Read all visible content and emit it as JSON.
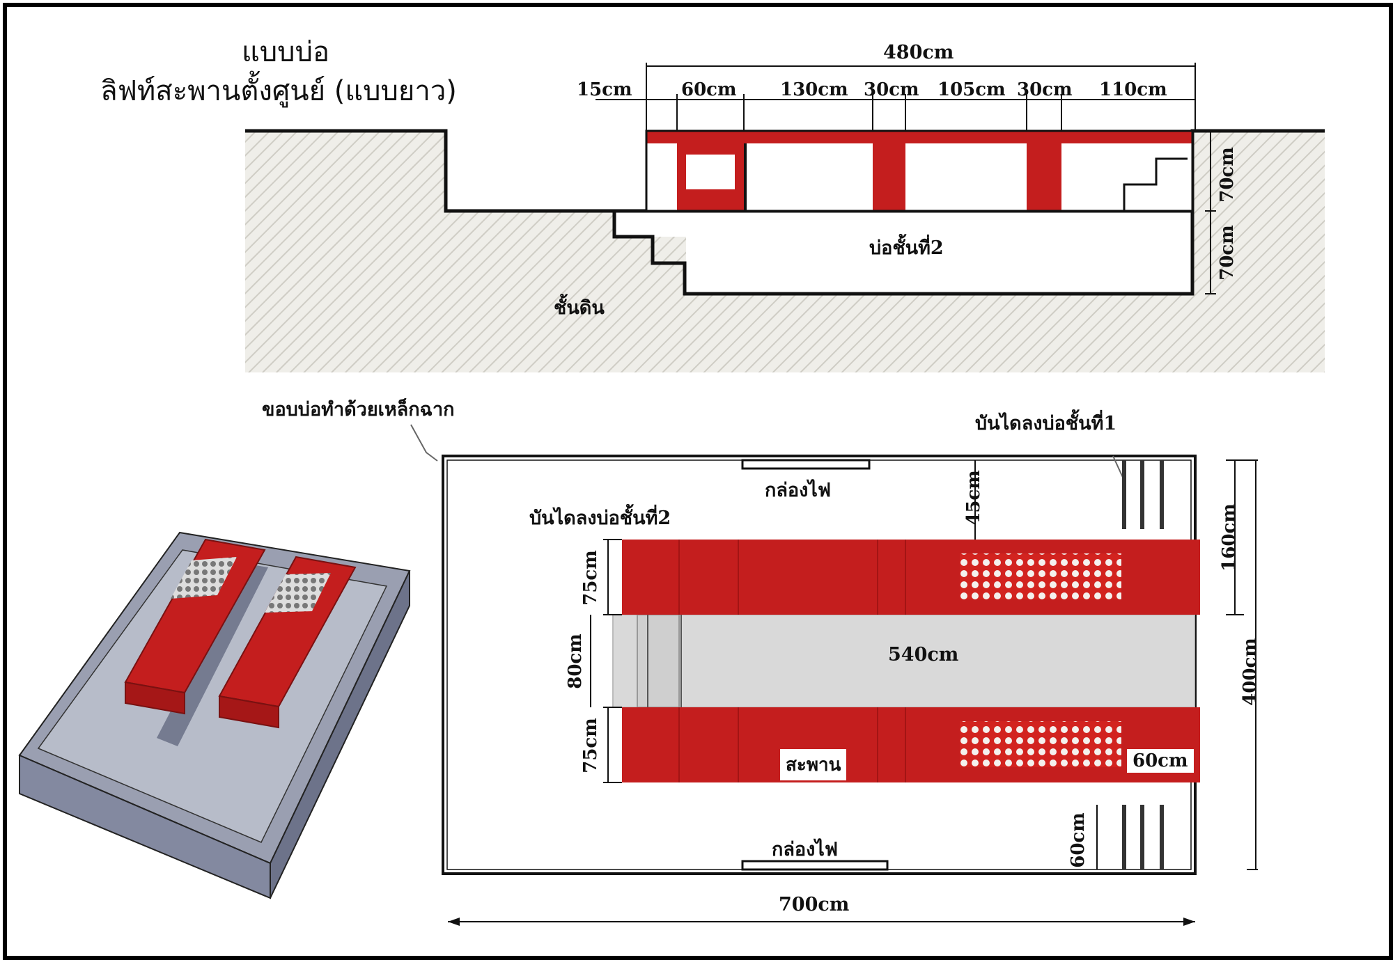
{
  "title": {
    "line1": "แบบบ่อ",
    "line2": "ลิฟท์สะพานตั้งศูนย์ (แบบยาว)"
  },
  "section": {
    "total_width": "480cm",
    "segments": [
      "15cm",
      "60cm",
      "130cm",
      "30cm",
      "105cm",
      "30cm",
      "110cm"
    ],
    "depth_upper": "70cm",
    "depth_lower": "70cm",
    "pit_level_2": "บ่อชั้นที่2",
    "soil_label": "ชั้นดิน"
  },
  "plan": {
    "steel_edge_label": "ขอบบ่อทำด้วยเหล็กฉาก",
    "stairs_level_1": "บันไดลงบ่อชั้นที่1",
    "stairs_level_2": "บันไดลงบ่อชั้นที่2",
    "electric_box_top": "กล่องไฟ",
    "electric_box_bottom": "กล่องไฟ",
    "offset_top": "45cm",
    "right_dim_upper": "160cm",
    "right_dim_total": "400cm",
    "runway_top_width": "75cm",
    "gap_width": "80cm",
    "runway_bottom_width": "75cm",
    "gap_length": "540cm",
    "bridge_label": "สะพาน",
    "turn_plate": "60cm",
    "stairs_width": "60cm",
    "total_length": "700cm"
  },
  "colors": {
    "runway_red": "#c41e1e",
    "soil_hatch": "#d8d6cf",
    "pit_gray": "#9a9fb1"
  }
}
